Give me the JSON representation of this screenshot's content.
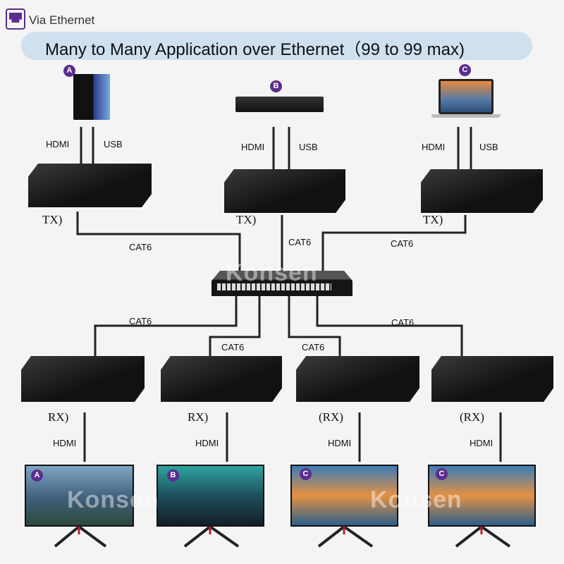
{
  "header": {
    "section_label": "Via Ethernet",
    "banner_title": "Many to Many Application over Ethernet（99 to 99 max)"
  },
  "sources": [
    {
      "badge": "A",
      "device": "pc",
      "hdmi": "HDMI",
      "usb": "USB",
      "extender_role": "TX)"
    },
    {
      "badge": "B",
      "device": "dvd-player",
      "hdmi": "HDMI",
      "usb": "USB",
      "extender_role": "TX)"
    },
    {
      "badge": "C",
      "device": "laptop",
      "hdmi": "HDMI",
      "usb": "USB",
      "extender_role": "TX)"
    }
  ],
  "uplink_cables": [
    "CAT6",
    "CAT6",
    "CAT6"
  ],
  "downlink_cables": [
    "CAT6",
    "CAT6",
    "CAT6",
    "CAT6"
  ],
  "receivers": [
    {
      "role": "RX)",
      "hdmi": "HDMI",
      "display_badge": "A"
    },
    {
      "role": "RX)",
      "hdmi": "HDMI",
      "display_badge": "B"
    },
    {
      "role": "(RX)",
      "hdmi": "HDMI",
      "display_badge": "C"
    },
    {
      "role": "(RX)",
      "hdmi": "HDMI",
      "display_badge": "C"
    }
  ],
  "watermark": "Konsen",
  "colors": {
    "banner": "#cfe0ef",
    "badge": "#5b2d8e",
    "device": "#1e1e1e",
    "icon": "#5b2d8e"
  }
}
